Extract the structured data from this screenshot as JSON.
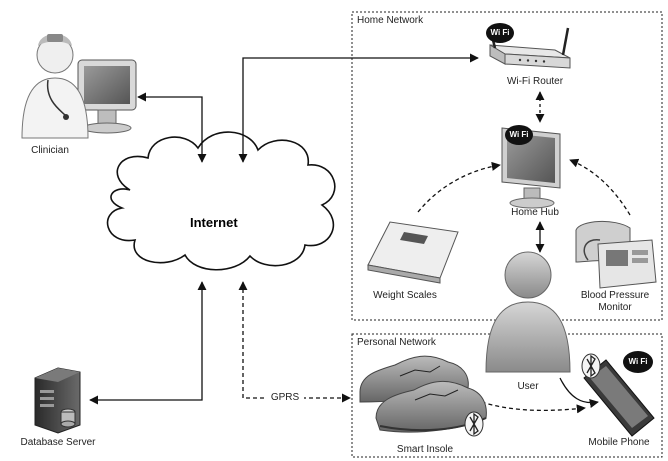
{
  "networks": {
    "home": {
      "title": "Home Network"
    },
    "personal": {
      "title": "Personal Network"
    }
  },
  "nodes": {
    "clinician": "Clinician",
    "internet": "Internet",
    "database_server": "Database Server",
    "wifi_router": "Wi-Fi Router",
    "home_hub": "Home Hub",
    "weight_scales": "Weight Scales",
    "blood_pressure_line1": "Blood Pressure",
    "blood_pressure_line2": "Monitor",
    "user": "User",
    "smart_insole": "Smart Insole",
    "mobile_phone": "Mobile Phone"
  },
  "links": {
    "gprs": "GPRS"
  },
  "badges": {
    "wifi": "Wi Fi"
  },
  "icons": [
    "wifi-badge-icon",
    "bluetooth-icon"
  ]
}
